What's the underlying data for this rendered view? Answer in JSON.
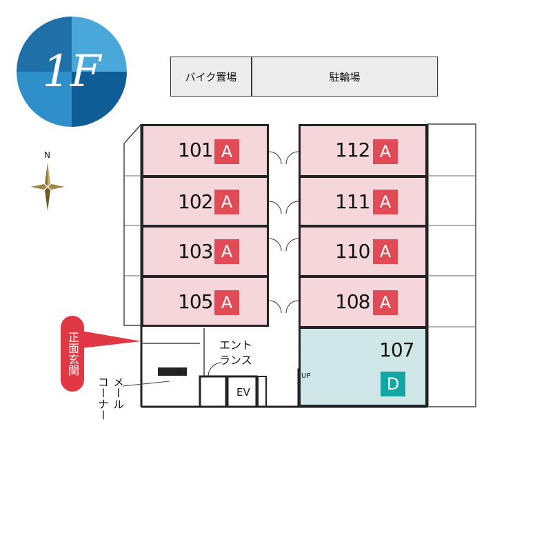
{
  "floor": {
    "label": "1F",
    "colors": [
      "#2f8fc9",
      "#1f6fa8",
      "#0f5d96",
      "#4aa8d8"
    ]
  },
  "parking": {
    "bike": "バイク置場",
    "bicycle": "駐輪場"
  },
  "compass": {
    "north": "N"
  },
  "rooms": [
    {
      "number": "101",
      "type": "A"
    },
    {
      "number": "102",
      "type": "A"
    },
    {
      "number": "103",
      "type": "A"
    },
    {
      "number": "105",
      "type": "A"
    },
    {
      "number": "112",
      "type": "A"
    },
    {
      "number": "111",
      "type": "A"
    },
    {
      "number": "110",
      "type": "A"
    },
    {
      "number": "108",
      "type": "A"
    },
    {
      "number": "107",
      "type": "D"
    }
  ],
  "labels": {
    "entrance_line1": "エント",
    "entrance_line2": "ランス",
    "ev": "EV",
    "up": "UP",
    "main_entrance": "正面玄関",
    "mail_corner_col1": "メール",
    "mail_corner_col2": "コーナー"
  },
  "colors": {
    "type_a": "#e04b55",
    "type_d": "#14a5a5",
    "room_a_fill": "#f5d6da",
    "room_d_fill": "#cfe7e6"
  }
}
